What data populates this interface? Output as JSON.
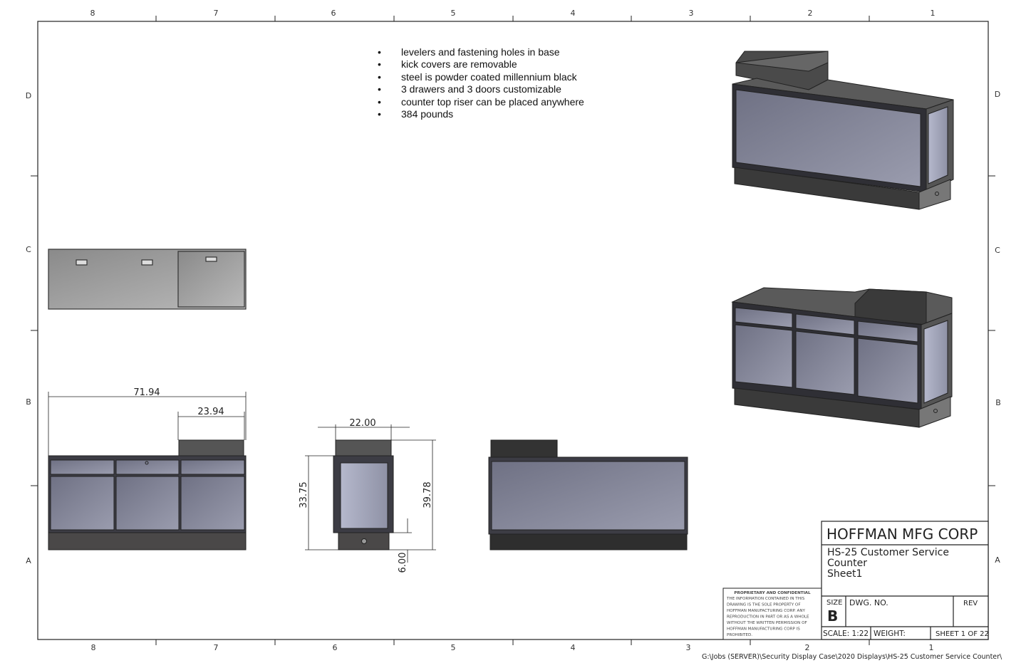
{
  "border": {
    "columns_top": [
      "8",
      "7",
      "6",
      "5",
      "4",
      "3",
      "2",
      "1"
    ],
    "columns_bottom": [
      "8",
      "7",
      "6",
      "5",
      "4",
      "3",
      "2",
      "1"
    ],
    "rows_left": [
      "D",
      "C",
      "B",
      "A"
    ],
    "rows_right": [
      "D",
      "C",
      "B",
      "A"
    ]
  },
  "notes": [
    "levelers and fastening holes in base",
    "kick covers are removable",
    "steel is powder coated millennium black",
    "3 drawers and 3 doors customizable",
    "counter top riser can be placed anywhere",
    "384 pounds"
  ],
  "bullet": "•",
  "dimensions": {
    "overall_width": "71.94",
    "riser_width": "23.94",
    "depth": "22.00",
    "counter_height": "33.75",
    "overall_height": "39.78",
    "base_height": "6.00"
  },
  "title_block": {
    "company": "HOFFMAN MFG CORP",
    "title_line1": "HS-25  Customer Service",
    "title_line2": "Counter",
    "title_line3": "Sheet1",
    "size_label": "SIZE",
    "size_value": "B",
    "dwg_no_label": "DWG.  NO.",
    "rev_label": "REV",
    "scale": "SCALE: 1:22",
    "weight": "WEIGHT:",
    "sheet": "SHEET 1 OF 22"
  },
  "proprietary": {
    "heading": "PROPRIETARY AND CONFIDENTIAL",
    "lines": [
      "THE INFORMATION CONTAINED IN THIS",
      "DRAWING IS THE SOLE PROPERTY OF",
      "HOFFMAN MANUFACTURING CORP.  ANY",
      "REPRODUCTION IN PART OR AS A WHOLE",
      "WITHOUT THE WRITTEN PERMISSION OF",
      "HOFFMAN MANUFACTURING CORP IS",
      "PROHIBITED."
    ]
  },
  "file_path": "G:\\Jobs (SERVER)\\Security Display Case\\2020 Displays\\HS-25  Customer Service Counter\\"
}
